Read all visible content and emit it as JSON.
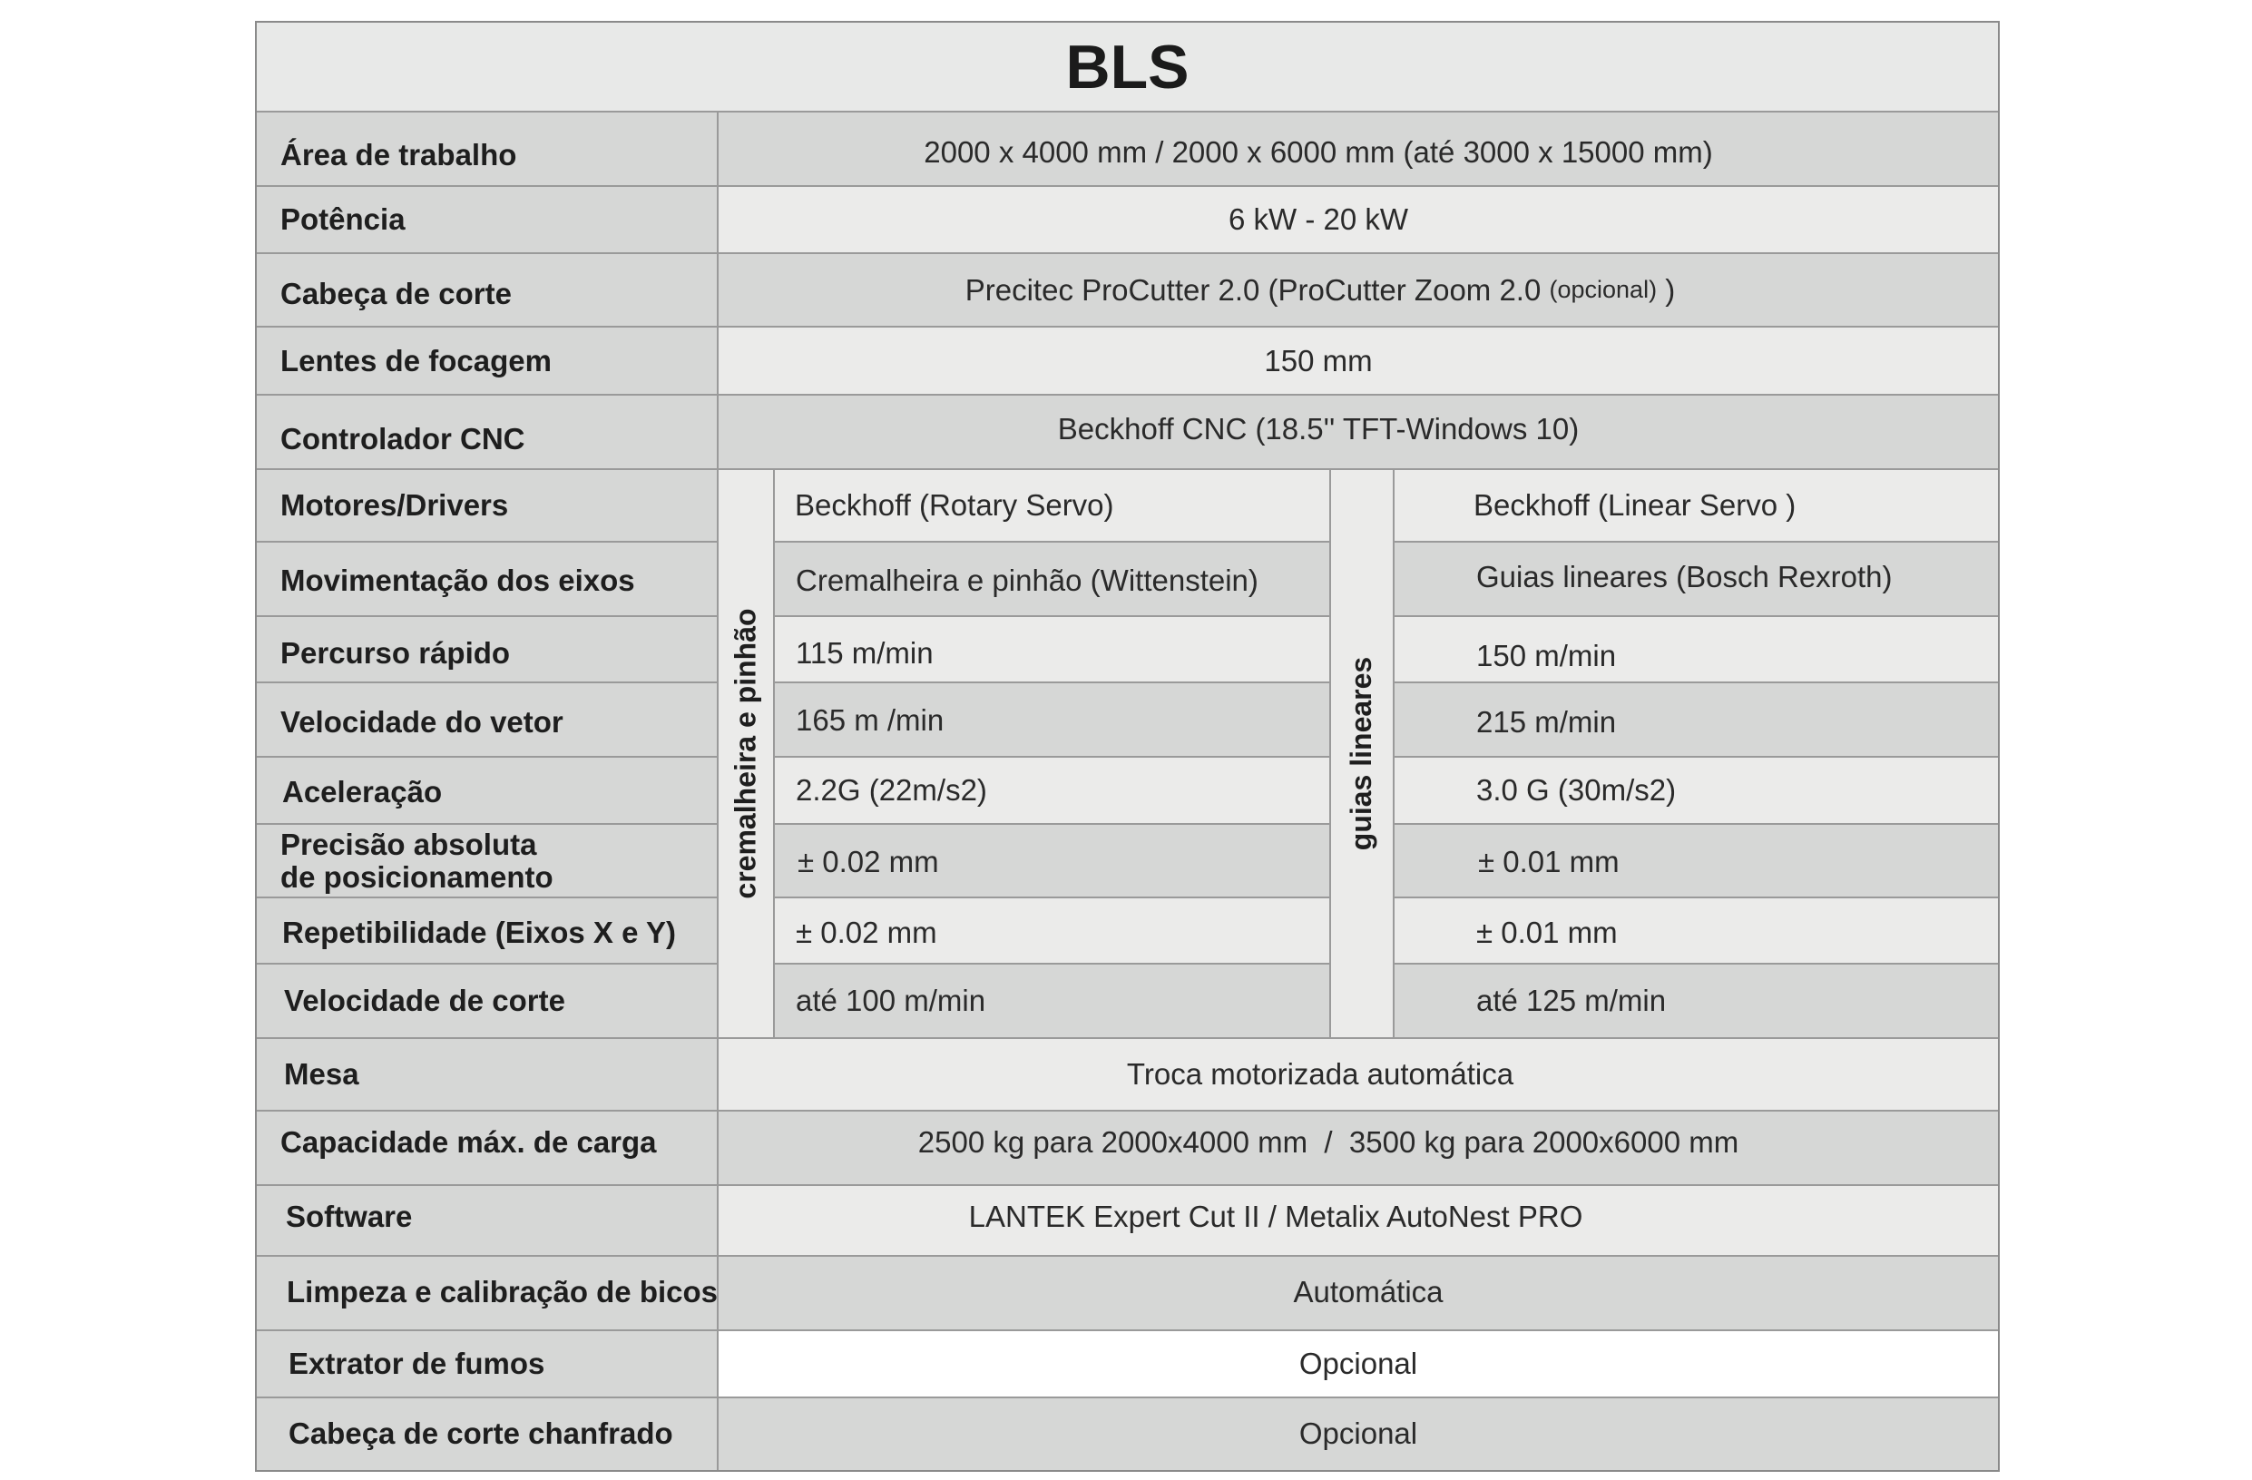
{
  "table": {
    "title": "BLS",
    "colors": {
      "dark": "#d6d7d6",
      "light": "#ebebea",
      "white": "#ffffff",
      "border": "#9a9a9a"
    },
    "rows": [
      {
        "label": "Área de trabalho",
        "value": "2000 x 4000 mm / 2000 x 6000 mm (até 3000 x 15000 mm)"
      },
      {
        "label": "Potência",
        "value": "6 kW - 20 kW"
      },
      {
        "label": "Cabeça de corte",
        "value": "Precitec ProCutter 2.0 (ProCutter Zoom 2.0",
        "value_small": "(opcional)",
        "value_end": " )"
      },
      {
        "label": "Lentes de focagem",
        "value": "150 mm"
      },
      {
        "label": "Controlador CNC",
        "value": "Beckhoff CNC (18.5'' TFT-Windows 10)"
      }
    ],
    "group": {
      "left_heading": "cremalheira e pinhão",
      "right_heading": "guias lineares",
      "rows": [
        {
          "label": "Motores/Drivers",
          "left": "Beckhoff (Rotary Servo)",
          "right": "Beckhoff (Linear Servo )"
        },
        {
          "label": "Movimentação dos eixos",
          "left": "Cremalheira e pinhão (Wittenstein)",
          "right": "Guias lineares (Bosch Rexroth)"
        },
        {
          "label": "Percurso rápido",
          "left": "115 m/min",
          "right": "150 m/min"
        },
        {
          "label": "Velocidade do vetor",
          "left": "165 m /min",
          "right": "215 m/min"
        },
        {
          "label": "Aceleração",
          "left": "2.2G (22m/s2)",
          "right": "3.0 G (30m/s2)"
        },
        {
          "label_line1": "Precisão absoluta",
          "label_line2": "de posicionamento",
          "left": "± 0.02 mm",
          "right": "± 0.01 mm"
        },
        {
          "label": "Repetibilidade (Eixos X e Y)",
          "left": "± 0.02 mm",
          "right": "± 0.01 mm"
        },
        {
          "label": "Velocidade de corte",
          "left": "até 100 m/min",
          "right": "até 125 m/min"
        }
      ]
    },
    "rows2": [
      {
        "label": "Mesa",
        "value": "Troca motorizada automática"
      },
      {
        "label": "Capacidade máx. de carga",
        "value": "2500 kg para 2000x4000 mm  /  3500 kg para 2000x6000 mm"
      },
      {
        "label": "Software",
        "value": "LANTEK Expert Cut II / Metalix AutoNest PRO"
      },
      {
        "label": "Limpeza e calibração de bicos",
        "value": "Automática"
      },
      {
        "label": "Extrator de fumos",
        "value": "Opcional"
      },
      {
        "label": "Cabeça de corte chanfrado",
        "value": "Opcional"
      }
    ]
  }
}
